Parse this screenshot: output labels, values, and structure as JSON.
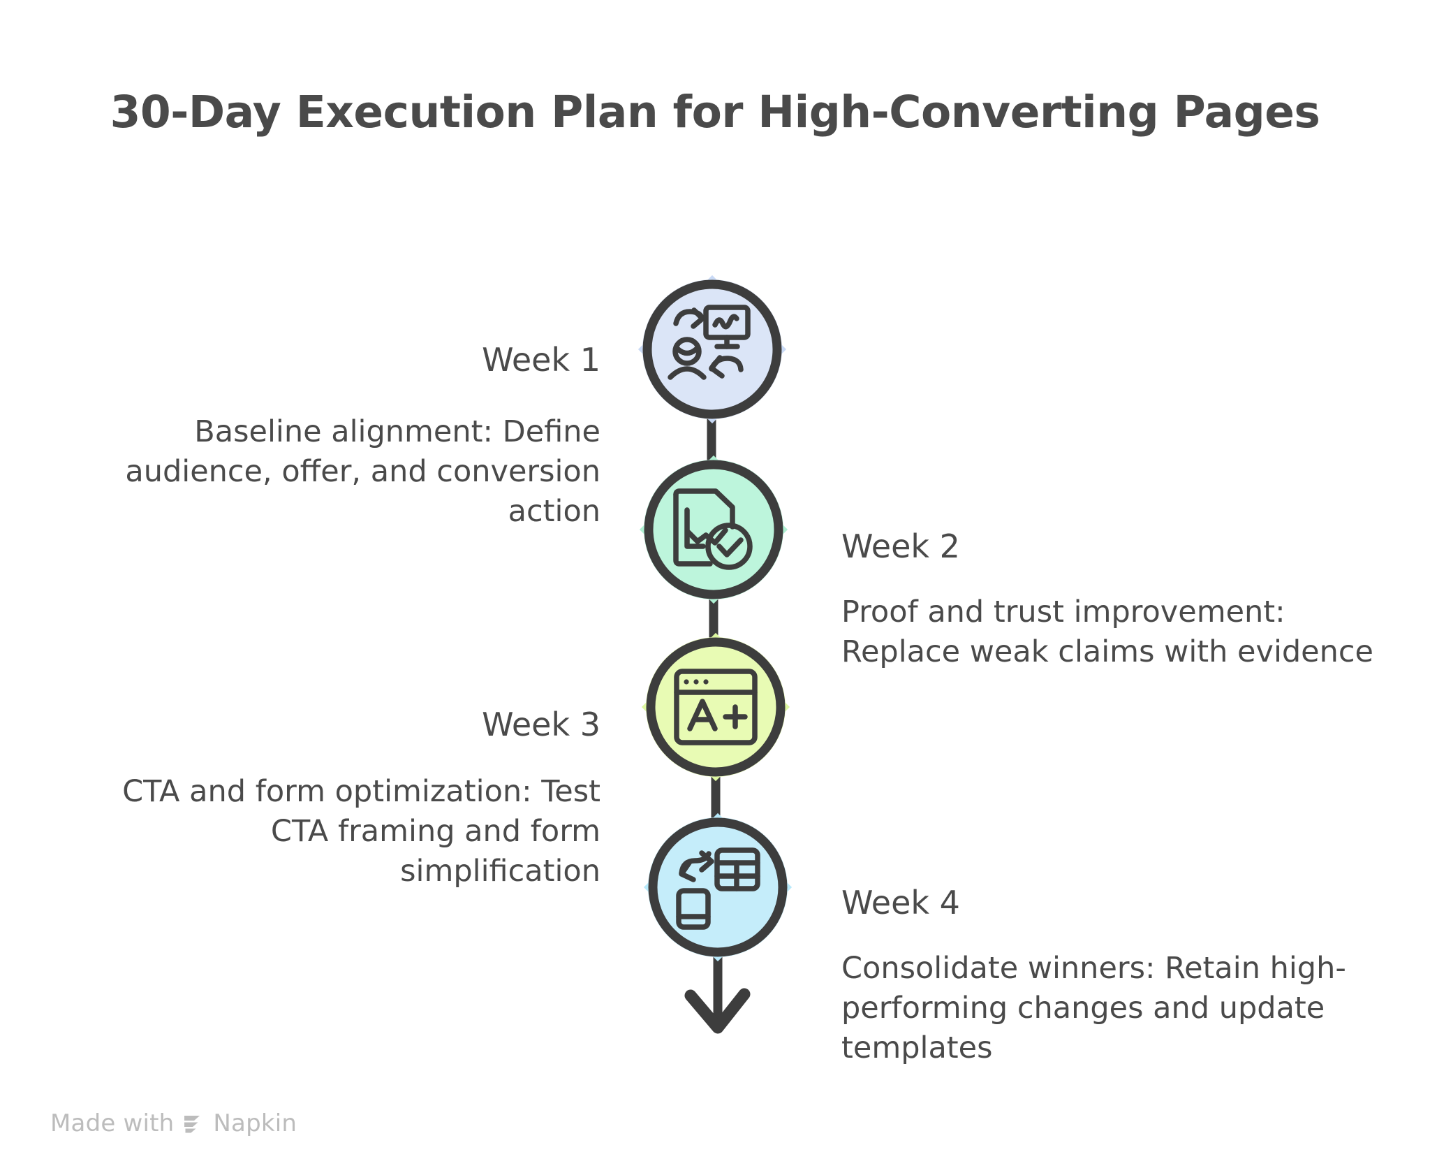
{
  "title": "30-Day Execution Plan for High-Converting Pages",
  "footer": {
    "made_with": "Made with",
    "brand": "Napkin",
    "logo_icon": "napkin-logo-icon"
  },
  "colors": {
    "ink": "#4a4a4a",
    "outline": "#3d3d3d",
    "week1_fill": "#dbe5f7",
    "week1_accent": "#c8d9f5",
    "week2_fill": "#bdf5dc",
    "week2_accent": "#aef0d2",
    "week3_fill": "#e8fbb4",
    "week3_accent": "#ddf7a0",
    "week4_fill": "#c5edfa",
    "week4_accent": "#b7e9fa",
    "watermark": "#bcbcbc",
    "background": "#ffffff"
  },
  "timeline": {
    "orientation": "vertical",
    "arrow_direction": "down",
    "steps": [
      {
        "label": "Week 1",
        "description": "Baseline alignment: Define audience, offer, and conversion action",
        "side": "left",
        "fill": "#dbe5f7",
        "icons": [
          "person-icon",
          "curved-arrow-icon",
          "presentation-chart-icon",
          "return-arrow-icon"
        ]
      },
      {
        "label": "Week 2",
        "description": "Proof and trust improvement: Replace weak claims with evidence",
        "side": "right",
        "fill": "#bdf5dc",
        "icons": [
          "document-chart-icon",
          "check-circle-icon"
        ]
      },
      {
        "label": "Week 3",
        "description": "CTA and form optimization: Test CTA framing and form simplification",
        "side": "left",
        "fill": "#e8fbb4",
        "icons": [
          "browser-window-icon",
          "a-plus-grade-icon"
        ]
      },
      {
        "label": "Week 4",
        "description": "Consolidate winners: Retain high-performing changes and update templates",
        "side": "right",
        "fill": "#c5edfa",
        "icons": [
          "swap-arrow-icon",
          "table-grid-icon",
          "card-icon"
        ]
      }
    ]
  }
}
